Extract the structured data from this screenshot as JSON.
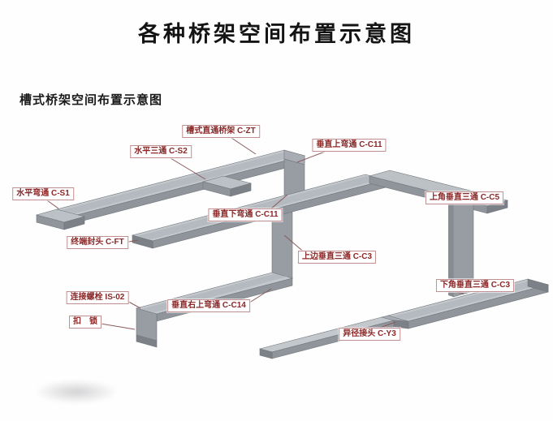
{
  "title": "各种桥架空间布置示意图",
  "subtitle": "槽式桥架空间布置示意图",
  "labels": [
    {
      "id": "straight-tray",
      "text": "槽式直通桥架 C-ZT"
    },
    {
      "id": "horizontal-tee",
      "text": "水平三通 C-S2"
    },
    {
      "id": "vertical-up-bend",
      "text": "垂直上弯通 C-C11"
    },
    {
      "id": "horizontal-bend",
      "text": "水平弯通 C-S1"
    },
    {
      "id": "top-corner-vertical-tee",
      "text": "上角垂直三通 C-C5"
    },
    {
      "id": "vertical-down-bend",
      "text": "垂直下弯通 C-C11"
    },
    {
      "id": "end-cap",
      "text": "终端封头 C-FT"
    },
    {
      "id": "top-side-vertical-tee",
      "text": "上边垂直三通 C-C3"
    },
    {
      "id": "connecting-bolt",
      "text": "连接螺栓 IS-02"
    },
    {
      "id": "vertical-right-up-bend",
      "text": "垂直右上弯通 C-C14"
    },
    {
      "id": "bottom-corner-vertical-tee",
      "text": "下角垂直三通 C-C3"
    },
    {
      "id": "lock",
      "text": "扣　锁"
    },
    {
      "id": "reducer",
      "text": "异径接头 C-Y3"
    }
  ],
  "colors": {
    "label_text": "#8b2727",
    "label_border": "#c09090",
    "leader_line": "#8a5a5a",
    "tray_top": "#c3c8cd",
    "tray_channel": "#b4bac0",
    "tray_side": "#8f959b",
    "tray_dark": "#7b8187",
    "title_text": "#141414",
    "background": "#fefefe"
  }
}
